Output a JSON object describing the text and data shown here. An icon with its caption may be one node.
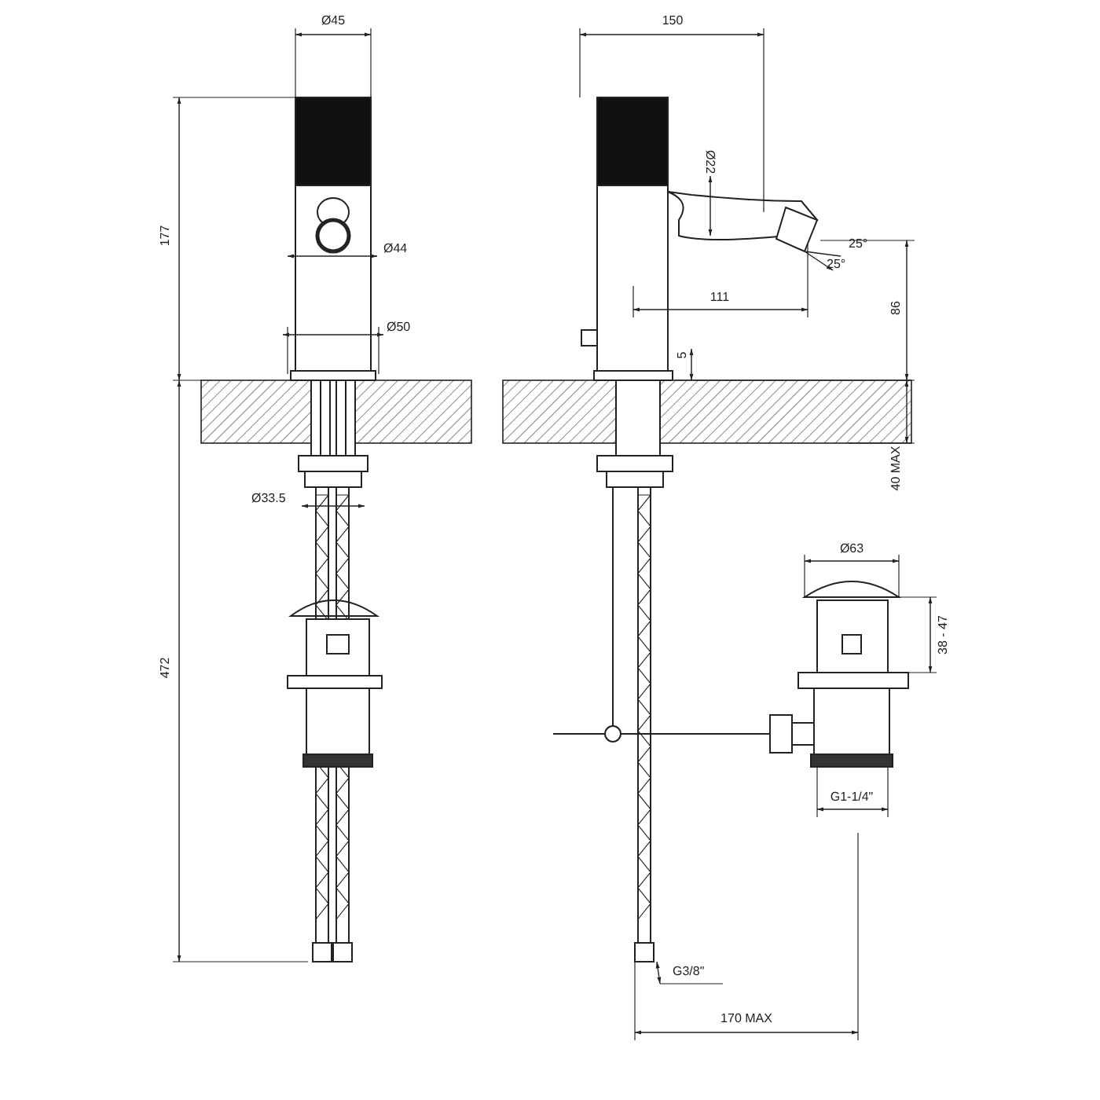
{
  "diagram": {
    "labels": [
      "Ø45",
      "150",
      "Ø22",
      "177",
      "25°",
      "Ø44",
      "25°",
      "86",
      "111",
      "Ø50",
      "5",
      "40 MAX",
      "Ø33.5",
      "Ø63",
      "38 - 47",
      "472",
      "G1-1/4\"",
      "G3/8\"",
      "170 MAX"
    ]
  }
}
